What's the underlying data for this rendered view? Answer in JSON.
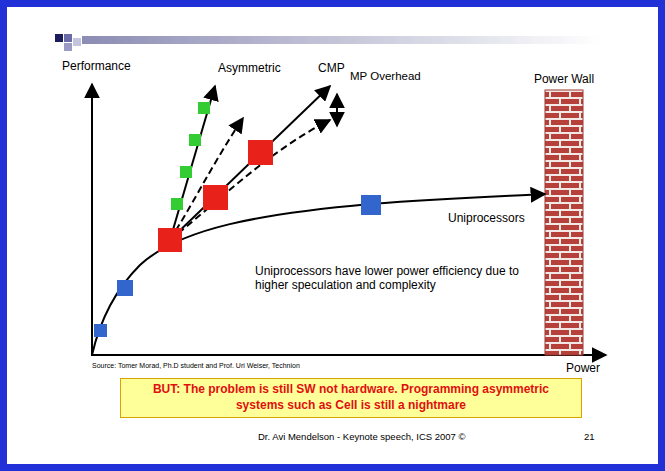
{
  "diagram": {
    "nodes": [
      {
        "text": [
          "Power Wall"
        ]
      },
      {
        "text": [
          "BUT: The problem is still SW not hardware. Programming asymmetric systems such as Cell is still a nightmare"
        ]
      }
    ],
    "labels": [
      "Performance",
      "Asymmetric",
      "CMP",
      "MP Overhead",
      "Uniprocessors",
      "Uniprocessors have lower power efficiency due to higher speculation and complexity",
      "Power",
      "Source: Tomer Morad, Ph.D student and Prof. Uri Weiser, Technion",
      "Dr. Avi Mendelson - Keynote speech, ICS 2007 ©",
      "21"
    ]
  }
}
